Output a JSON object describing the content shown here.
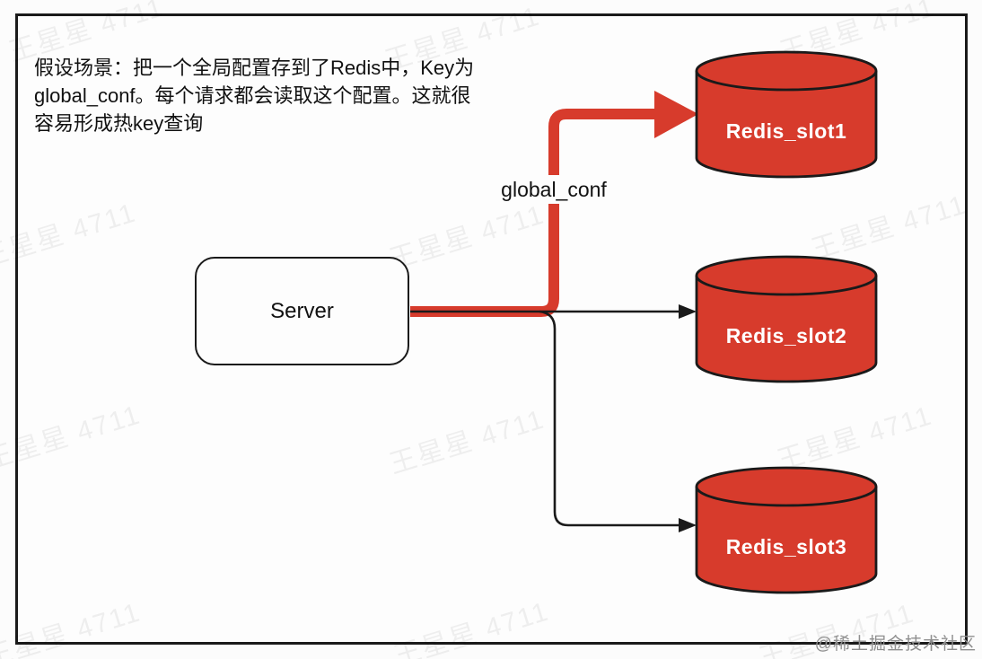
{
  "intro": {
    "text": "假设场景：把一个全局配置存到了Redis中，Key为\nglobal_conf。每个请求都会读取这个配置。这就很\n容易形成热key查询"
  },
  "server": {
    "label": "Server"
  },
  "edge": {
    "label": "global_conf"
  },
  "redis_nodes": [
    {
      "label": "Redis_slot1"
    },
    {
      "label": "Redis_slot2"
    },
    {
      "label": "Redis_slot3"
    }
  ],
  "colors": {
    "redis_red": "#D73B2C",
    "line_black": "#1A1A1A",
    "hot_arrow_red": "#D73B2C",
    "background": "#FDFDFD",
    "credit_gray": "#8F8F8F"
  },
  "watermark": {
    "text": "王星星 4711"
  },
  "credit": {
    "text": "@稀土掘金技术社区"
  }
}
